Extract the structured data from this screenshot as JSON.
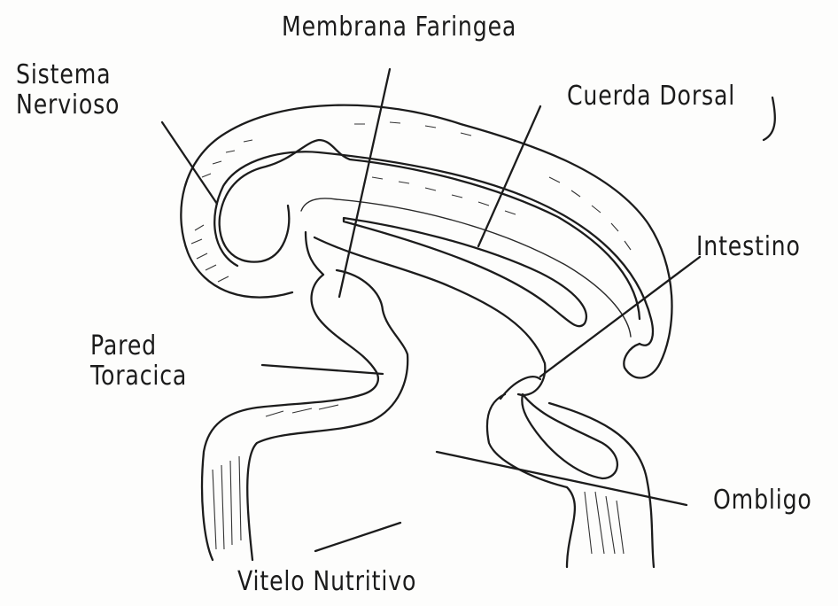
{
  "labels": {
    "membrana": "Membrana Faringea",
    "sistema_line1": "Sistema",
    "sistema_line2": "Nervioso",
    "cuerda": "Cuerda Dorsal",
    "intestino": "Intestino",
    "pared_line1": "Pared",
    "pared_line2": "Toracica",
    "ombligo": "Ombligo",
    "vitelo": "Vitelo Nutritivo"
  }
}
